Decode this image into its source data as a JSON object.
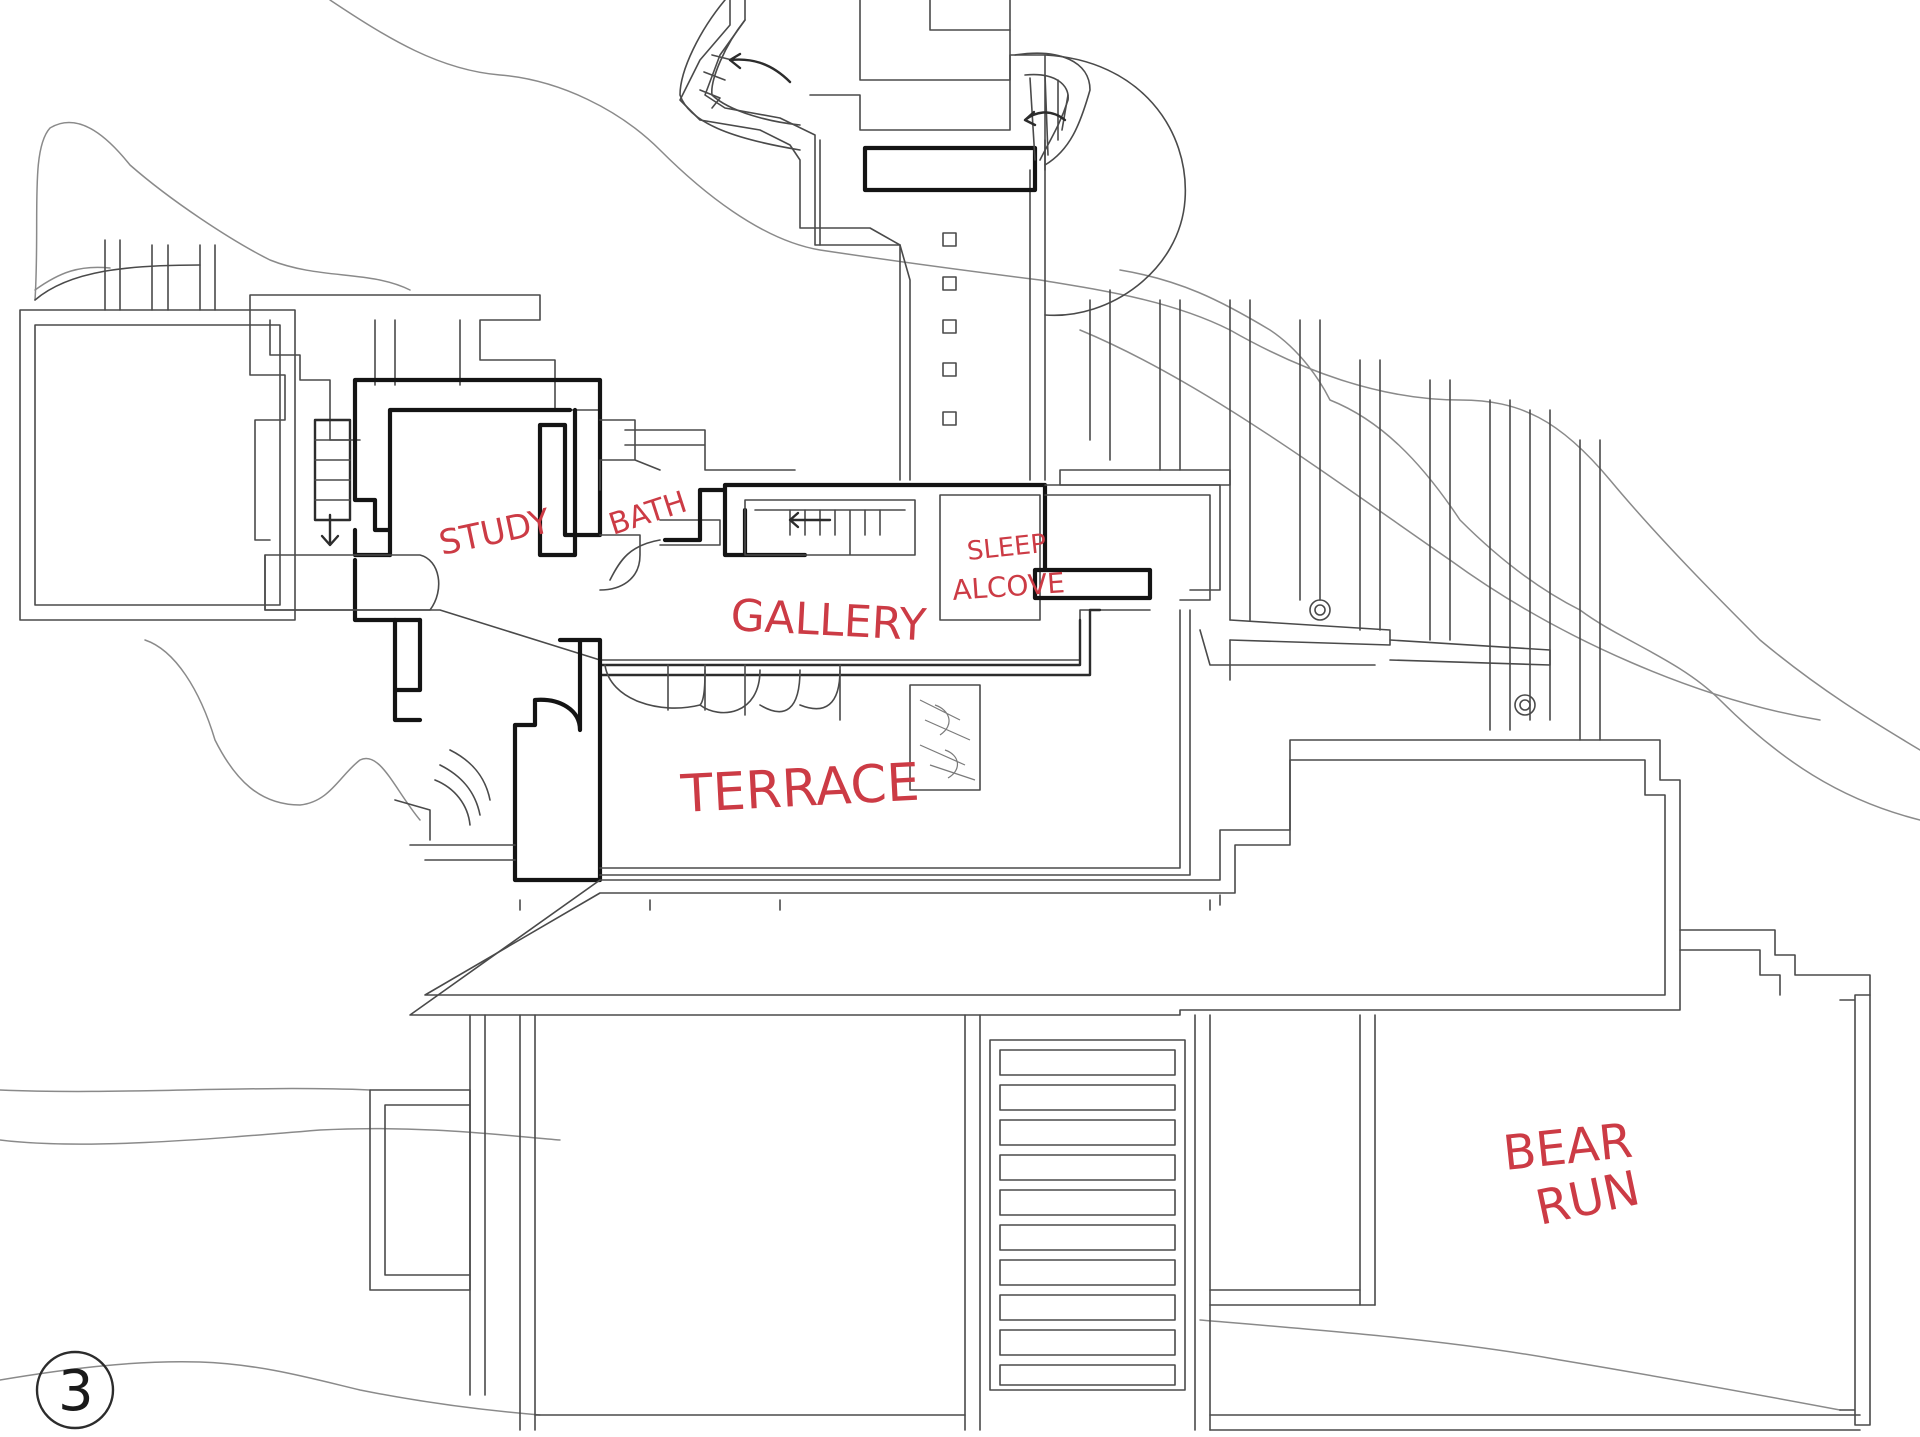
{
  "title": "",
  "sheet_number": "3",
  "labels": {
    "study": "STUDY",
    "bath": "BATH",
    "sleep_alcove_line1": "SLEEP",
    "sleep_alcove_line2": "ALCOVE",
    "gallery": "GALLERY",
    "terrace": "TERRACE",
    "bear_run_line1": "BEAR",
    "bear_run_line2": "RUN"
  },
  "colors": {
    "label_ink": "#cc3b45",
    "line_ink": "#1a1a1a",
    "paper": "#ffffff"
  },
  "icons": [
    "stair-arrow-icon",
    "spiral-stair-icon",
    "sheet-number-circle-icon"
  ]
}
